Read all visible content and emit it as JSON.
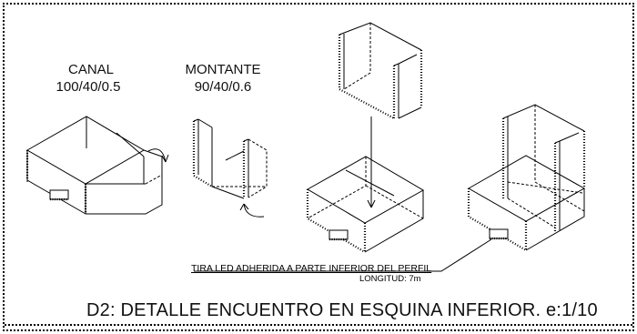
{
  "labels": {
    "canal": {
      "name": "CANAL",
      "dims": "100/40/0.5"
    },
    "montante": {
      "name": "MONTANTE",
      "dims": "90/40/0.6"
    }
  },
  "annotation": {
    "line1": "TIRA LED ADHERIDA A PARTE INFERIOR DEL PERFIL",
    "line2": "LONGITUD: 7m"
  },
  "title": "D2: DETALLE ENCUENTRO EN ESQUINA INFERIOR. e:1/10",
  "colors": {
    "line": "#000000",
    "background": "#ffffff"
  }
}
